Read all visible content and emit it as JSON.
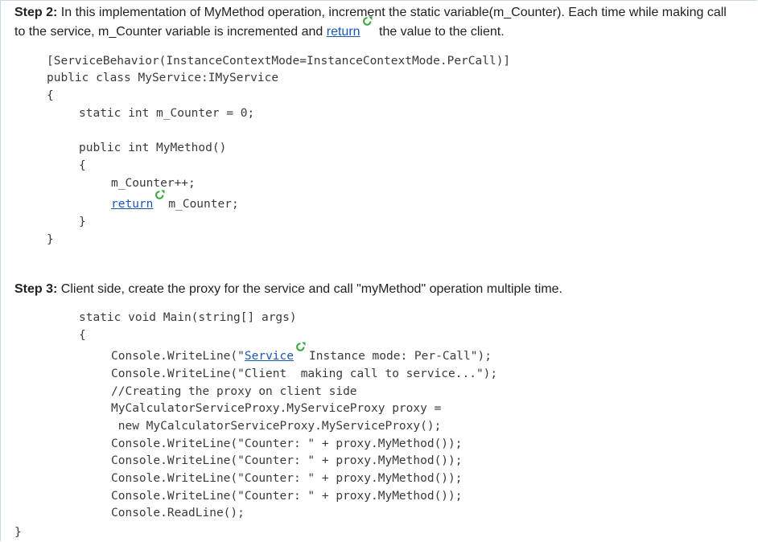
{
  "step2": {
    "label": "Step 2:",
    "line1": " In this implementation of MyMethod operation, increment the static variable(m_Counter). Each time while making call",
    "line2_a": "to the service, m_Counter variable is incremented and ",
    "link": "return",
    "line2_b": " the value to the client."
  },
  "code1": {
    "l1": "[ServiceBehavior(InstanceContextMode=InstanceContextMode.PerCall)]",
    "l2": "public class MyService:IMyService",
    "l3": "{",
    "l4": "static int m_Counter = 0;",
    "l5": "public int MyMethod()",
    "l6": "{",
    "l7": "m_Counter++;",
    "l8_link": "return",
    "l8_rest": "m_Counter;",
    "l9": "}",
    "l10": "}"
  },
  "step3": {
    "label": "Step 3:",
    "text": " Client side, create the proxy for the service and call \"myMethod\" operation multiple time."
  },
  "code2": {
    "l1": "static void Main(string[] args)",
    "l2": "{",
    "l3_a": "Console.WriteLine(\"",
    "l3_link": "Service",
    "l3_b": "Instance mode: Per-Call\");",
    "l4": "Console.WriteLine(\"Client  making call to service...\");",
    "l5": "//Creating the proxy on client side",
    "l6": "MyCalculatorServiceProxy.MyServiceProxy proxy =",
    "l7": " new MyCalculatorServiceProxy.MyServiceProxy();",
    "l8": "Console.WriteLine(\"Counter: \" + proxy.MyMethod());",
    "l9": "Console.WriteLine(\"Counter: \" + proxy.MyMethod());",
    "l10": "Console.WriteLine(\"Counter: \" + proxy.MyMethod());",
    "l11": "Console.WriteLine(\"Counter: \" + proxy.MyMethod());",
    "l12": "Console.ReadLine();",
    "l13": "}"
  },
  "colors": {
    "link": "#1a56b8",
    "ext_icon": "#3aa63a"
  },
  "icons": {
    "external": "external-link-icon"
  }
}
